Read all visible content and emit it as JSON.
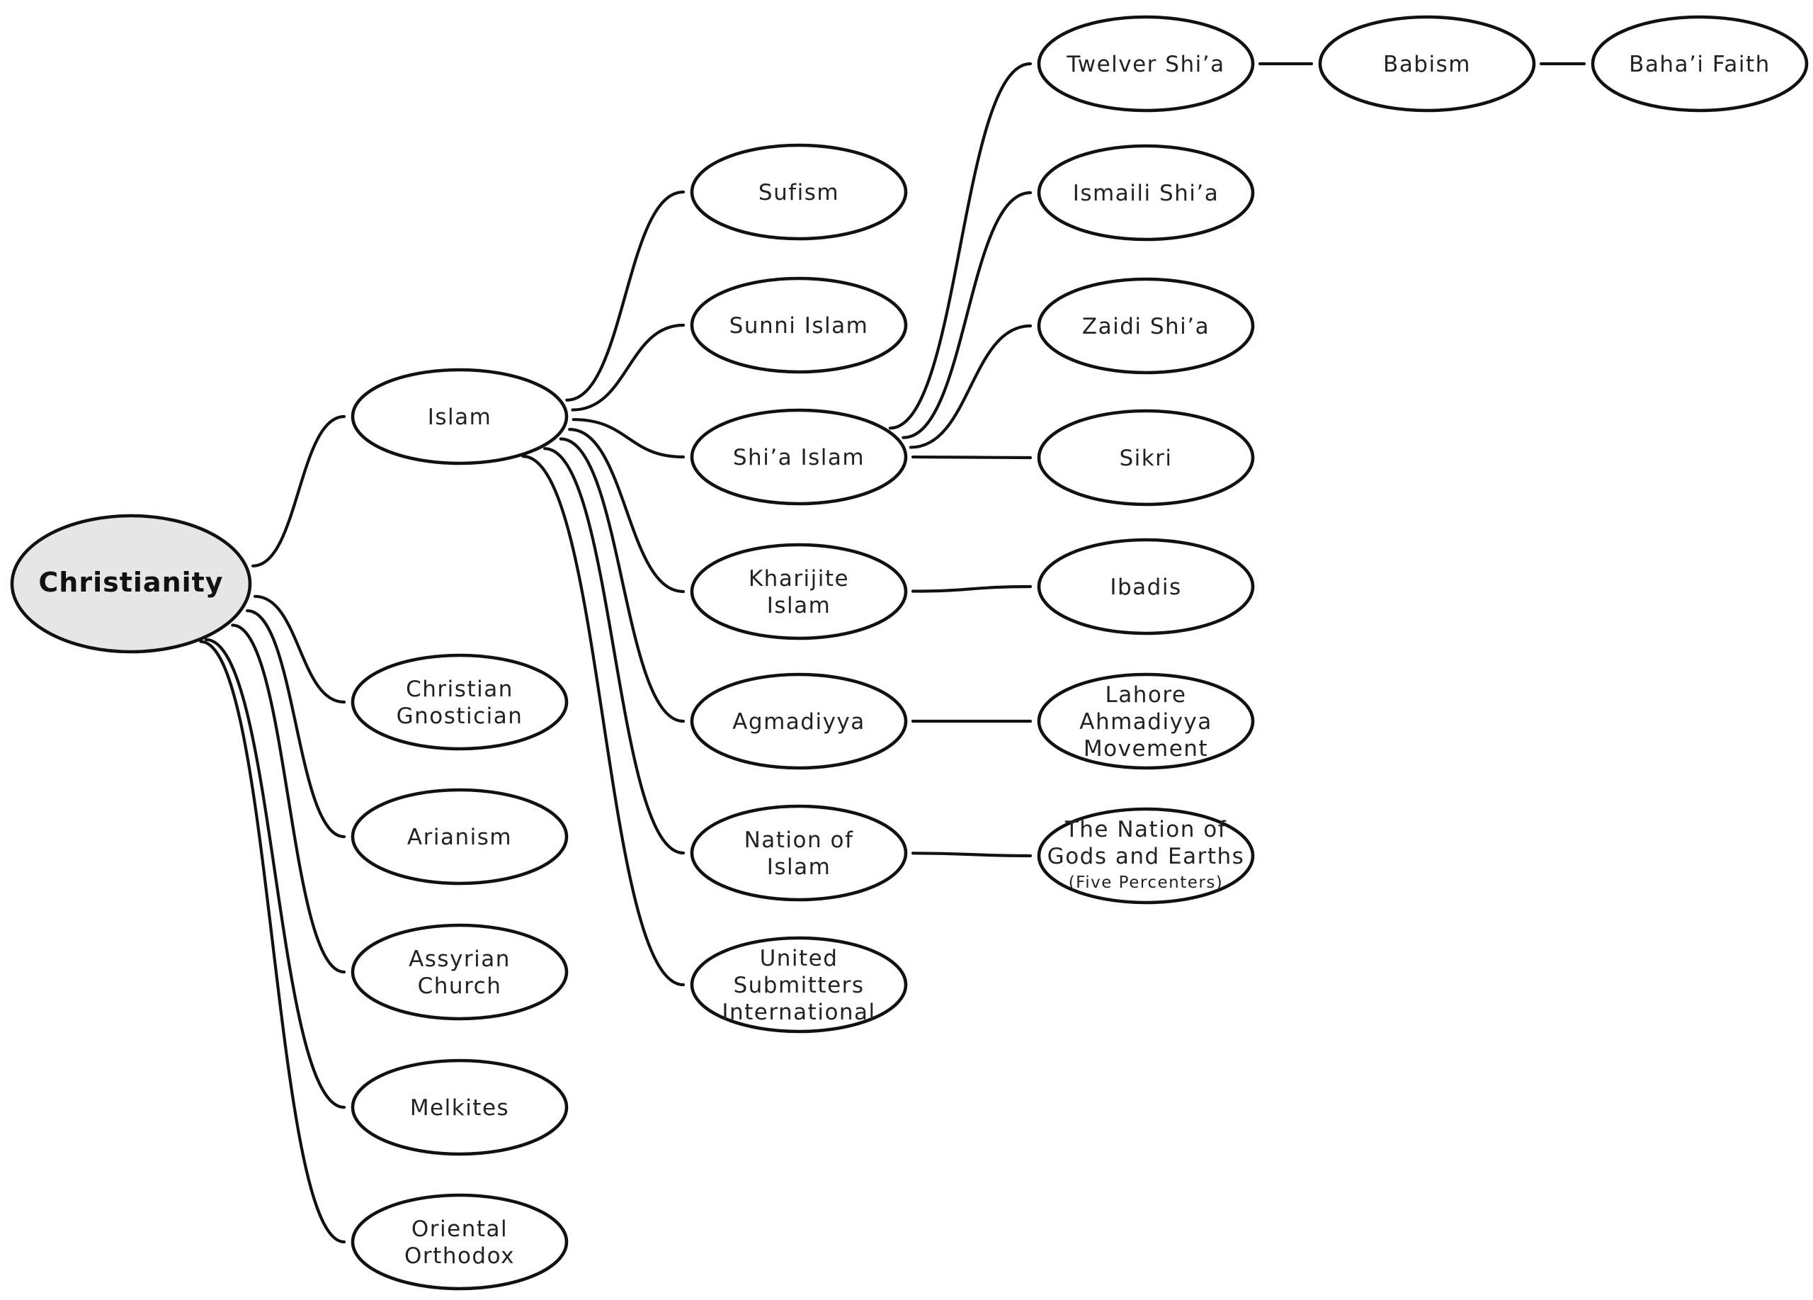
{
  "colors": {
    "root_fill": "#e6e6e6",
    "node_fill": "#ffffff",
    "stroke": "#111111",
    "text": "#222222"
  },
  "nodes": {
    "christianity": {
      "lines": [
        "Christianity"
      ]
    },
    "islam": {
      "lines": [
        "Islam"
      ]
    },
    "christian_gnostician": {
      "lines": [
        "Christian",
        "Gnostician"
      ]
    },
    "arianism": {
      "lines": [
        "Arianism"
      ]
    },
    "assyrian_church": {
      "lines": [
        "Assyrian",
        "Church"
      ]
    },
    "melkites": {
      "lines": [
        "Melkites"
      ]
    },
    "oriental_orthodox": {
      "lines": [
        "Oriental",
        "Orthodox"
      ]
    },
    "sufism": {
      "lines": [
        "Sufism"
      ]
    },
    "sunni_islam": {
      "lines": [
        "Sunni Islam"
      ]
    },
    "shia_islam": {
      "lines": [
        "Shi’a Islam"
      ]
    },
    "kharijite_islam": {
      "lines": [
        "Kharijite",
        "Islam"
      ]
    },
    "agmadiyya": {
      "lines": [
        "Agmadiyya"
      ]
    },
    "nation_of_islam": {
      "lines": [
        "Nation of",
        "Islam"
      ]
    },
    "united_submitters": {
      "lines": [
        "United",
        "Submitters",
        "International"
      ]
    },
    "twelver_shia": {
      "lines": [
        "Twelver Shi’a"
      ]
    },
    "ismaili_shia": {
      "lines": [
        "Ismaili Shi’a"
      ]
    },
    "zaidi_shia": {
      "lines": [
        "Zaidi Shi’a"
      ]
    },
    "sikri": {
      "lines": [
        "Sikri"
      ]
    },
    "ibadis": {
      "lines": [
        "Ibadis"
      ]
    },
    "lahore_ahmadiyya": {
      "lines": [
        "Lahore",
        "Ahmadiyya",
        "Movement"
      ]
    },
    "nation_of_gods": {
      "lines": [
        "The Nation of",
        "Gods and Earths",
        "(Five Percenters)"
      ]
    },
    "babism": {
      "lines": [
        "Babism"
      ]
    },
    "bahai_faith": {
      "lines": [
        "Baha’i Faith"
      ]
    }
  },
  "edges": [
    [
      "christianity",
      "islam"
    ],
    [
      "christianity",
      "christian_gnostician"
    ],
    [
      "christianity",
      "arianism"
    ],
    [
      "christianity",
      "assyrian_church"
    ],
    [
      "christianity",
      "melkites"
    ],
    [
      "christianity",
      "oriental_orthodox"
    ],
    [
      "islam",
      "sufism"
    ],
    [
      "islam",
      "sunni_islam"
    ],
    [
      "islam",
      "shia_islam"
    ],
    [
      "islam",
      "kharijite_islam"
    ],
    [
      "islam",
      "agmadiyya"
    ],
    [
      "islam",
      "nation_of_islam"
    ],
    [
      "islam",
      "united_submitters"
    ],
    [
      "shia_islam",
      "twelver_shia"
    ],
    [
      "shia_islam",
      "ismaili_shia"
    ],
    [
      "shia_islam",
      "zaidi_shia"
    ],
    [
      "shia_islam",
      "sikri"
    ],
    [
      "kharijite_islam",
      "ibadis"
    ],
    [
      "agmadiyya",
      "lahore_ahmadiyya"
    ],
    [
      "nation_of_islam",
      "nation_of_gods"
    ],
    [
      "twelver_shia",
      "babism"
    ],
    [
      "babism",
      "bahai_faith"
    ]
  ]
}
